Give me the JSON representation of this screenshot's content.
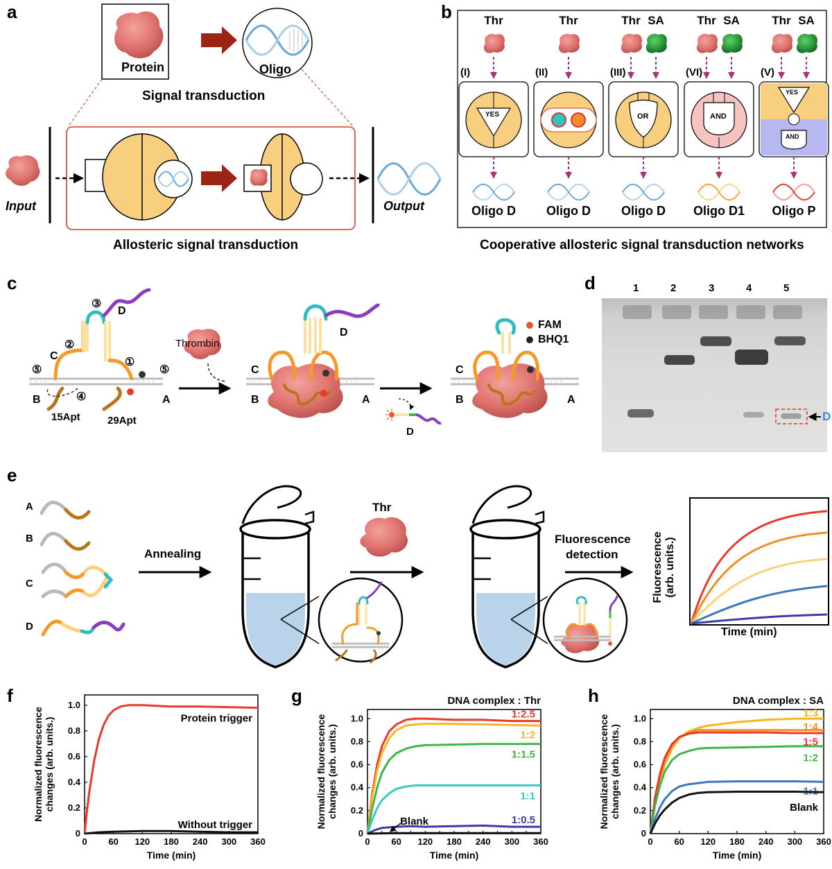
{
  "panels": {
    "a": {
      "letter": "a",
      "protein_label": "Protein",
      "oligo_label": "Oligo",
      "signal_transduction": "Signal transduction",
      "input": "Input",
      "output": "Output",
      "allosteric": "Allosteric signal transduction"
    },
    "b": {
      "letter": "b",
      "columns": [
        {
          "targets": [
            "Thr"
          ],
          "roman": "(I)",
          "gate": "YES",
          "output": "Oligo D"
        },
        {
          "targets": [
            "Thr"
          ],
          "roman": "(II)",
          "gate": "",
          "output": "Oligo D"
        },
        {
          "targets": [
            "Thr",
            "SA"
          ],
          "roman": "(III)",
          "gate": "OR",
          "output": "Oligo D"
        },
        {
          "targets": [
            "Thr",
            "SA"
          ],
          "roman": "(VI)",
          "gate": "AND",
          "output": "Oligo D1"
        },
        {
          "targets": [
            "Thr",
            "SA"
          ],
          "roman": "(V)",
          "gate": "YES",
          "gate2": "AND",
          "output": "Oligo P"
        }
      ],
      "caption": "Cooperative allosteric signal transduction networks"
    },
    "c": {
      "letter": "c",
      "num1": "①",
      "num2": "②",
      "num3": "③",
      "num4": "④",
      "num5": "⑤",
      "strand_c": "C",
      "strand_b": "B",
      "strand_a": "A",
      "strand_d": "D",
      "apt15": "15Apt",
      "apt29": "29Apt",
      "thrombin": "Thrombin",
      "fam": "FAM",
      "bhq1": "BHQ1"
    },
    "d": {
      "letter": "d",
      "lanes": [
        "1",
        "2",
        "3",
        "4",
        "5"
      ],
      "band_label": "D"
    },
    "e": {
      "letter": "e",
      "strands": [
        "A",
        "B",
        "C",
        "D"
      ],
      "annealing": "Annealing",
      "thr": "Thr",
      "fluor_detect_1": "Fluorescence",
      "fluor_detect_2": "detection",
      "mini_ylabel_1": "Fluorescence",
      "mini_ylabel_2": "(arb. units.)",
      "mini_xlabel": "Time (min)"
    },
    "f": {
      "letter": "f"
    },
    "g": {
      "letter": "g"
    },
    "h": {
      "letter": "h"
    }
  },
  "chart_data": [
    {
      "id": "f",
      "type": "line",
      "title": "",
      "xlabel": "Time (min)",
      "ylabel_1": "Normalized fluorescence",
      "ylabel_2": "changes (arb. units.)",
      "xlim": [
        0,
        360
      ],
      "ylim": [
        0,
        1.08
      ],
      "xticks": [
        0,
        60,
        120,
        180,
        240,
        300,
        360
      ],
      "yticks": [
        0,
        0.2,
        0.4,
        0.6,
        0.8,
        1.0
      ],
      "series": [
        {
          "name": "Protein trigger",
          "color": "#e8392b",
          "x": [
            0,
            5,
            10,
            20,
            30,
            40,
            50,
            60,
            75,
            90,
            120,
            180,
            240,
            300,
            360
          ],
          "y": [
            0,
            0.18,
            0.33,
            0.57,
            0.74,
            0.85,
            0.92,
            0.96,
            0.99,
            1.0,
            1.0,
            0.99,
            0.99,
            0.985,
            0.98
          ]
        },
        {
          "name": "Without trigger",
          "color": "#111111",
          "x": [
            0,
            30,
            60,
            120,
            180,
            240,
            300,
            360
          ],
          "y": [
            0,
            0.01,
            0.015,
            0.02,
            0.02,
            0.015,
            0.01,
            0.01
          ]
        }
      ]
    },
    {
      "id": "g",
      "type": "line",
      "title": "DNA complex : Thr",
      "xlabel": "Time (min)",
      "ylabel_1": "Normalized fluorescence",
      "ylabel_2": "changes (arb. units.)",
      "xlim": [
        0,
        360
      ],
      "ylim": [
        0,
        1.08
      ],
      "xticks": [
        0,
        30,
        60,
        90,
        120,
        150,
        180,
        210,
        240,
        270,
        300,
        330,
        360
      ],
      "xtick_labels": [
        "0",
        "",
        "60",
        "",
        "120",
        "",
        "180",
        "",
        "240",
        "",
        "300",
        "",
        "360"
      ],
      "yticks": [
        0,
        0.2,
        0.4,
        0.6,
        0.8,
        1.0
      ],
      "series": [
        {
          "name": "1:2.5",
          "color": "#e8392b",
          "x": [
            0,
            10,
            20,
            30,
            45,
            60,
            80,
            100,
            120,
            180,
            240,
            300,
            360
          ],
          "y": [
            0,
            0.35,
            0.6,
            0.76,
            0.89,
            0.95,
            0.99,
            1.0,
            1.0,
            0.99,
            0.99,
            0.98,
            0.98
          ]
        },
        {
          "name": "1:2",
          "color": "#f5b622",
          "x": [
            0,
            10,
            20,
            30,
            45,
            60,
            80,
            100,
            120,
            180,
            240,
            300,
            360
          ],
          "y": [
            0,
            0.32,
            0.55,
            0.7,
            0.83,
            0.9,
            0.94,
            0.95,
            0.955,
            0.955,
            0.95,
            0.945,
            0.94
          ]
        },
        {
          "name": "1:1.5",
          "color": "#3fb549",
          "x": [
            0,
            10,
            20,
            30,
            45,
            60,
            80,
            100,
            120,
            180,
            240,
            300,
            360
          ],
          "y": [
            0,
            0.22,
            0.4,
            0.53,
            0.64,
            0.7,
            0.74,
            0.76,
            0.77,
            0.775,
            0.78,
            0.78,
            0.78
          ]
        },
        {
          "name": "1:1",
          "color": "#41c5c5",
          "x": [
            0,
            10,
            20,
            30,
            45,
            60,
            80,
            100,
            120,
            180,
            240,
            300,
            360
          ],
          "y": [
            0,
            0.12,
            0.22,
            0.29,
            0.35,
            0.39,
            0.41,
            0.42,
            0.42,
            0.42,
            0.42,
            0.42,
            0.42
          ]
        },
        {
          "name": "1:0.5",
          "color": "#3a3aa8",
          "x": [
            0,
            15,
            30,
            60,
            90,
            120,
            180,
            240,
            300,
            360
          ],
          "y": [
            0,
            0.03,
            0.05,
            0.06,
            0.065,
            0.06,
            0.065,
            0.07,
            0.06,
            0.06
          ]
        },
        {
          "name": "Blank",
          "color": "#111111",
          "x": [
            0,
            60,
            120,
            180,
            240,
            300,
            360
          ],
          "y": [
            0,
            0.005,
            0.005,
            0.005,
            0.005,
            0.005,
            0.005
          ]
        }
      ]
    },
    {
      "id": "h",
      "type": "line",
      "title": "DNA complex : SA",
      "xlabel": "Time (min)",
      "ylabel_1": "Normalized fluorescence",
      "ylabel_2": "changes (arb. units.)",
      "xlim": [
        0,
        360
      ],
      "ylim": [
        0,
        1.08
      ],
      "xticks": [
        0,
        60,
        120,
        180,
        240,
        300,
        360
      ],
      "yticks": [
        0,
        0.2,
        0.4,
        0.6,
        0.8,
        1.0
      ],
      "series": [
        {
          "name": "1:3",
          "color": "#f5b622",
          "x": [
            0,
            10,
            20,
            30,
            45,
            60,
            80,
            100,
            120,
            180,
            240,
            300,
            360
          ],
          "y": [
            0,
            0.26,
            0.45,
            0.6,
            0.74,
            0.83,
            0.89,
            0.92,
            0.94,
            0.97,
            0.99,
            1.0,
            1.0
          ]
        },
        {
          "name": "1:4",
          "color": "#f28c28",
          "x": [
            0,
            10,
            20,
            30,
            45,
            60,
            80,
            100,
            120,
            180,
            240,
            300,
            360
          ],
          "y": [
            0,
            0.3,
            0.5,
            0.64,
            0.77,
            0.84,
            0.88,
            0.9,
            0.9,
            0.9,
            0.9,
            0.9,
            0.9
          ]
        },
        {
          "name": "1:5",
          "color": "#e8392b",
          "x": [
            0,
            10,
            20,
            30,
            45,
            60,
            80,
            100,
            120,
            180,
            240,
            300,
            360
          ],
          "y": [
            0,
            0.32,
            0.52,
            0.66,
            0.78,
            0.84,
            0.87,
            0.88,
            0.88,
            0.88,
            0.88,
            0.875,
            0.875
          ]
        },
        {
          "name": "1:2",
          "color": "#3fb549",
          "x": [
            0,
            10,
            20,
            30,
            45,
            60,
            80,
            100,
            120,
            180,
            240,
            300,
            360
          ],
          "y": [
            0,
            0.25,
            0.42,
            0.54,
            0.64,
            0.69,
            0.72,
            0.74,
            0.745,
            0.75,
            0.755,
            0.76,
            0.76
          ]
        },
        {
          "name": "1:1",
          "color": "#3b78c0",
          "x": [
            0,
            10,
            20,
            30,
            45,
            60,
            80,
            100,
            120,
            180,
            240,
            300,
            360
          ],
          "y": [
            0,
            0.13,
            0.23,
            0.3,
            0.37,
            0.41,
            0.43,
            0.44,
            0.45,
            0.455,
            0.455,
            0.455,
            0.45
          ]
        },
        {
          "name": "Blank",
          "color": "#111111",
          "x": [
            0,
            10,
            20,
            30,
            45,
            60,
            80,
            100,
            120,
            180,
            240,
            300,
            360
          ],
          "y": [
            0,
            0.09,
            0.16,
            0.21,
            0.27,
            0.31,
            0.34,
            0.355,
            0.36,
            0.365,
            0.365,
            0.365,
            0.36
          ]
        }
      ]
    }
  ]
}
